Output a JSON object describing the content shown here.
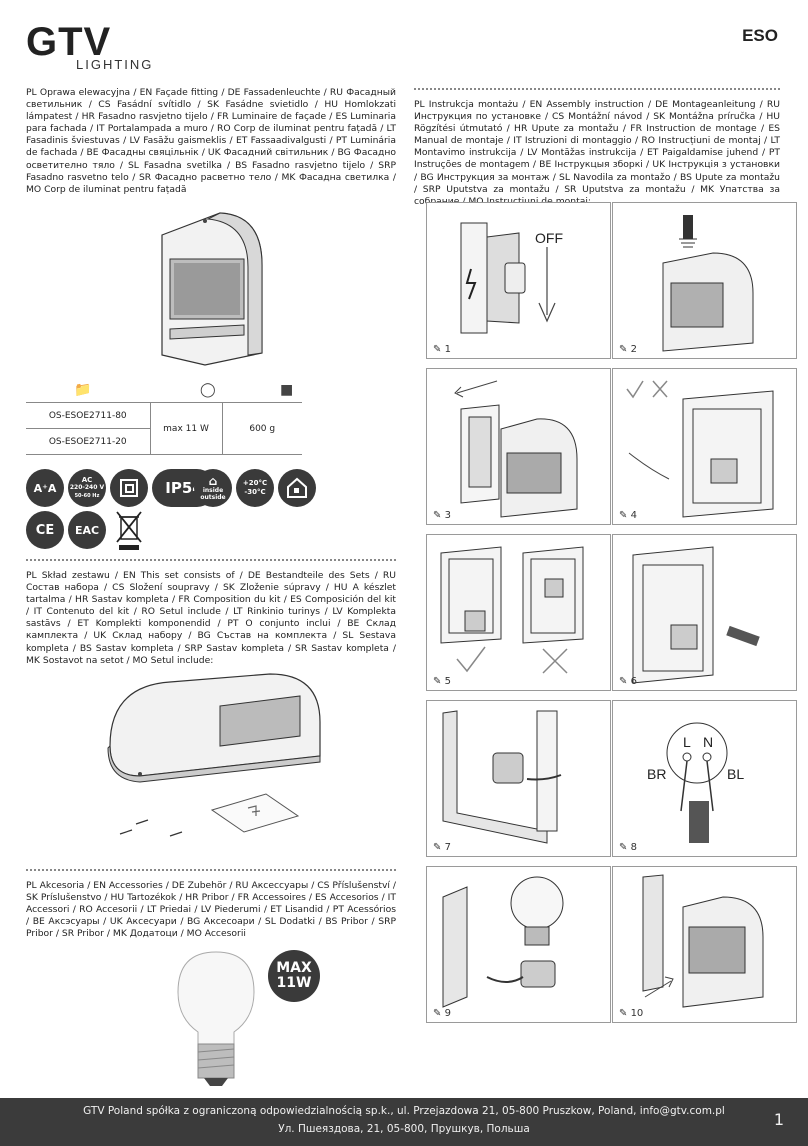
{
  "header": {
    "brand": "GTV",
    "brand_sub": "LIGHTING",
    "product_code": "ESO"
  },
  "product_desc": "PL Oprawa elewacyjna / EN Façade fitting / DE Fassadenleuchte / RU Фасадный светильник / CS Fasádní svítidlo / SK Fasádne svietidlo / HU Homlokzati lámpatest / HR Fasadno rasvjetno tijelo / FR Luminaire de façade / ES Luminaria para fachada / IT Portalampada a muro / RO Corp de iluminat pentru fațadă / LT Fasadinis šviestuvas / LV Fasāžu gaismeklis / ET Fassaadivalgusti / PT Luminária de fachada / BE Фасадны свяцільнік / UK Фасадний світильник / BG Фасадно осветително тяло / SL Fasadna svetilka / BS Fasadno rasvjetno tijelo / SRP Fasadno rasvetno telo / SR Фасадно расветно тело / MK Фасадна светилка / MO Corp de iluminat pentru fațadă",
  "assembly_title": "PL Instrukcja montażu / EN Assembly instruction / DE Montageanleitung / RU Инструкция по установке / CS Montážní návod / SK Montážna príručka / HU Rögzítési útmutató / HR Upute za montažu / FR Instruction de montage / ES Manual de montaje / IT Istruzioni di montaggio / RO Instrucțiuni de montaj / LT Montavimo instrukcija / LV Montāžas instrukcija / ET Paigaldamise juhend / PT Instruções de montagem / BE Інструкцыя зборкі / UK Інструкція з установки / BG Инструкция за монтаж / SL Navodila za montažo / BS Upute za montažu / SRP Uputstva za montažu / SR Uputstva za montažu / MK Упатства за собрание / MO Instrucțiuni de montaj:",
  "spec": {
    "icons": [
      "folder-icon",
      "bulb-icon",
      "weight-icon"
    ],
    "models": [
      "OS-ESOE2711-80",
      "OS-ESOE2711-20"
    ],
    "power": "max 11 W",
    "weight": "600 g"
  },
  "badges": {
    "energy": "A⁺A",
    "ac": "AC",
    "voltage": "220-240 V",
    "freq": "50-60 Hz",
    "ip": "IP54",
    "inside": "inside",
    "outside": "outside",
    "temp_hi": "+20°C",
    "temp_lo": "-30°C",
    "ce": "CE",
    "eac": "EAC"
  },
  "set_contents": "PL Skład zestawu / EN This set consists of / DE Bestandteile des Sets / RU Состав набора / CS Složení soupravy / SK Zloženie súpravy / HU A készlet tartalma / HR Sastav kompleta / FR Composition du kit / ES Composición del kit / IT Contenuto del kit / RO Setul include / LT Rinkinio turinys / LV Komplekta sastāvs / ET Komplekti komponendid / PT O conjunto inclui / BE Склад камплекта / UK Склад набору / BG Състав на комплекта / SL Sestava kompleta / BS Sastav kompleta / SRP Sastav kompleta / SR Sastav kompleta / MK Sostavot na setot / MO Setul include:",
  "accessories": "PL Akcesoria / EN Accessories / DE Zubehör / RU Аксессуары / CS Příslušenství / SK Príslušenstvo / HU Tartozékok / HR Pribor / FR Accessoires / ES Accesorios / IT Accessori / RO Accesorii / LT Priedai / LV Piederumi / ET Lisandid / PT Acessórios / BE Аксэсуары / UK Аксесуари / BG Аксесоари / SL Dodatki / BS Pribor / SRP Pribor / SR Pribor / MK Додатоци / MO Accesorii",
  "max_badge": {
    "line1": "MAX",
    "line2": "11W"
  },
  "steps": {
    "off_label": "OFF",
    "l_label": "L",
    "n_label": "N",
    "br_label": "BR",
    "bl_label": "BL",
    "numbers": [
      "1",
      "2",
      "3",
      "4",
      "5",
      "6",
      "7",
      "8",
      "9",
      "10"
    ]
  },
  "footer": {
    "line1": "GTV Poland spółka z ograniczoną odpowiedzialnością sp.k., ul. Przejazdowa 21, 05-800 Pruszkow, Poland, info@gtv.com.pl",
    "line2": "Ул. Пшеяздова, 21, 05-800, Прушкув, Польша",
    "page": "1"
  }
}
